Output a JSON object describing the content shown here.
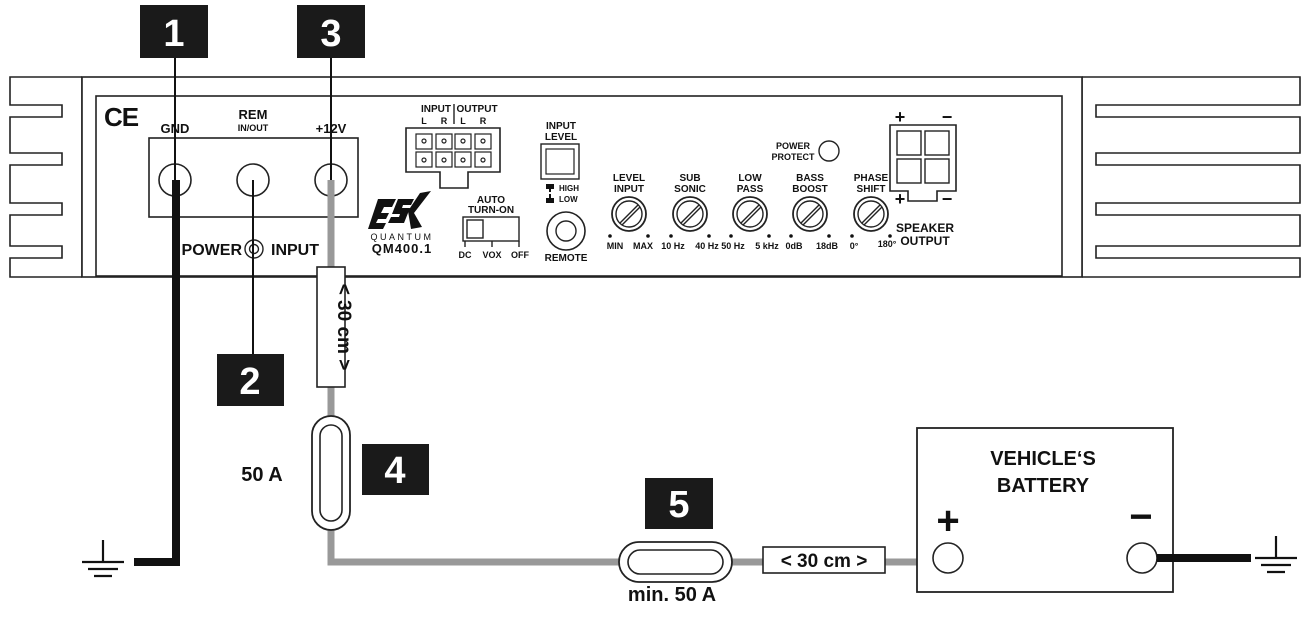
{
  "markers": {
    "m1": "1",
    "m2": "2",
    "m3": "3",
    "m4": "4",
    "m5": "5"
  },
  "ce_mark": "CE",
  "terminals": {
    "gnd": "GND",
    "rem": "REM",
    "rem_sub": "IN/OUT",
    "plus12": "+12V",
    "power_input": "POWER",
    "power_input_2": "INPUT"
  },
  "rca": {
    "title_input": "INPUT",
    "title_output": "OUTPUT",
    "l1": "L",
    "r1": "R",
    "l2": "L",
    "r2": "R"
  },
  "brand": {
    "logo": "ESX",
    "series": "QUANTUM",
    "model": "QM400.1"
  },
  "auto_turn_on": {
    "title1": "AUTO",
    "title2": "TURN-ON",
    "opt_dc": "DC",
    "opt_vox": "VOX",
    "opt_off": "OFF"
  },
  "input_level": {
    "title1": "INPUT",
    "title2": "LEVEL",
    "high": "HIGH",
    "low": "LOW"
  },
  "remote": "REMOTE",
  "power_protect": {
    "line1": "POWER",
    "line2": "PROTECT"
  },
  "knobs": [
    {
      "l1": "LEVEL",
      "l2": "INPUT",
      "min": "MIN",
      "max": "MAX"
    },
    {
      "l1": "SUB",
      "l2": "SONIC",
      "min": "10 Hz",
      "max": "40 Hz"
    },
    {
      "l1": "LOW",
      "l2": "PASS",
      "min": "50 Hz",
      "max": "5 kHz"
    },
    {
      "l1": "BASS",
      "l2": "BOOST",
      "min": "0dB",
      "max": "18dB"
    },
    {
      "l1": "PHASE",
      "l2": "SHIFT",
      "min": "0°",
      "max": "180°"
    }
  ],
  "speaker": {
    "line1": "SPEAKER",
    "line2": "OUTPUT",
    "plus": "+",
    "minus": "−"
  },
  "cable_length_vertical": "< 30 cm >",
  "cable_length_horizontal": "< 30 cm >",
  "fuse1_rating": "50 A",
  "fuse2_rating": "min. 50 A",
  "battery": {
    "line1": "VEHICLE‘S",
    "line2": "BATTERY",
    "plus": "+",
    "minus": "−"
  },
  "colors": {
    "cable_power": "#999999",
    "cable_ground": "#111111",
    "marker_bg": "#1a1a1a"
  }
}
